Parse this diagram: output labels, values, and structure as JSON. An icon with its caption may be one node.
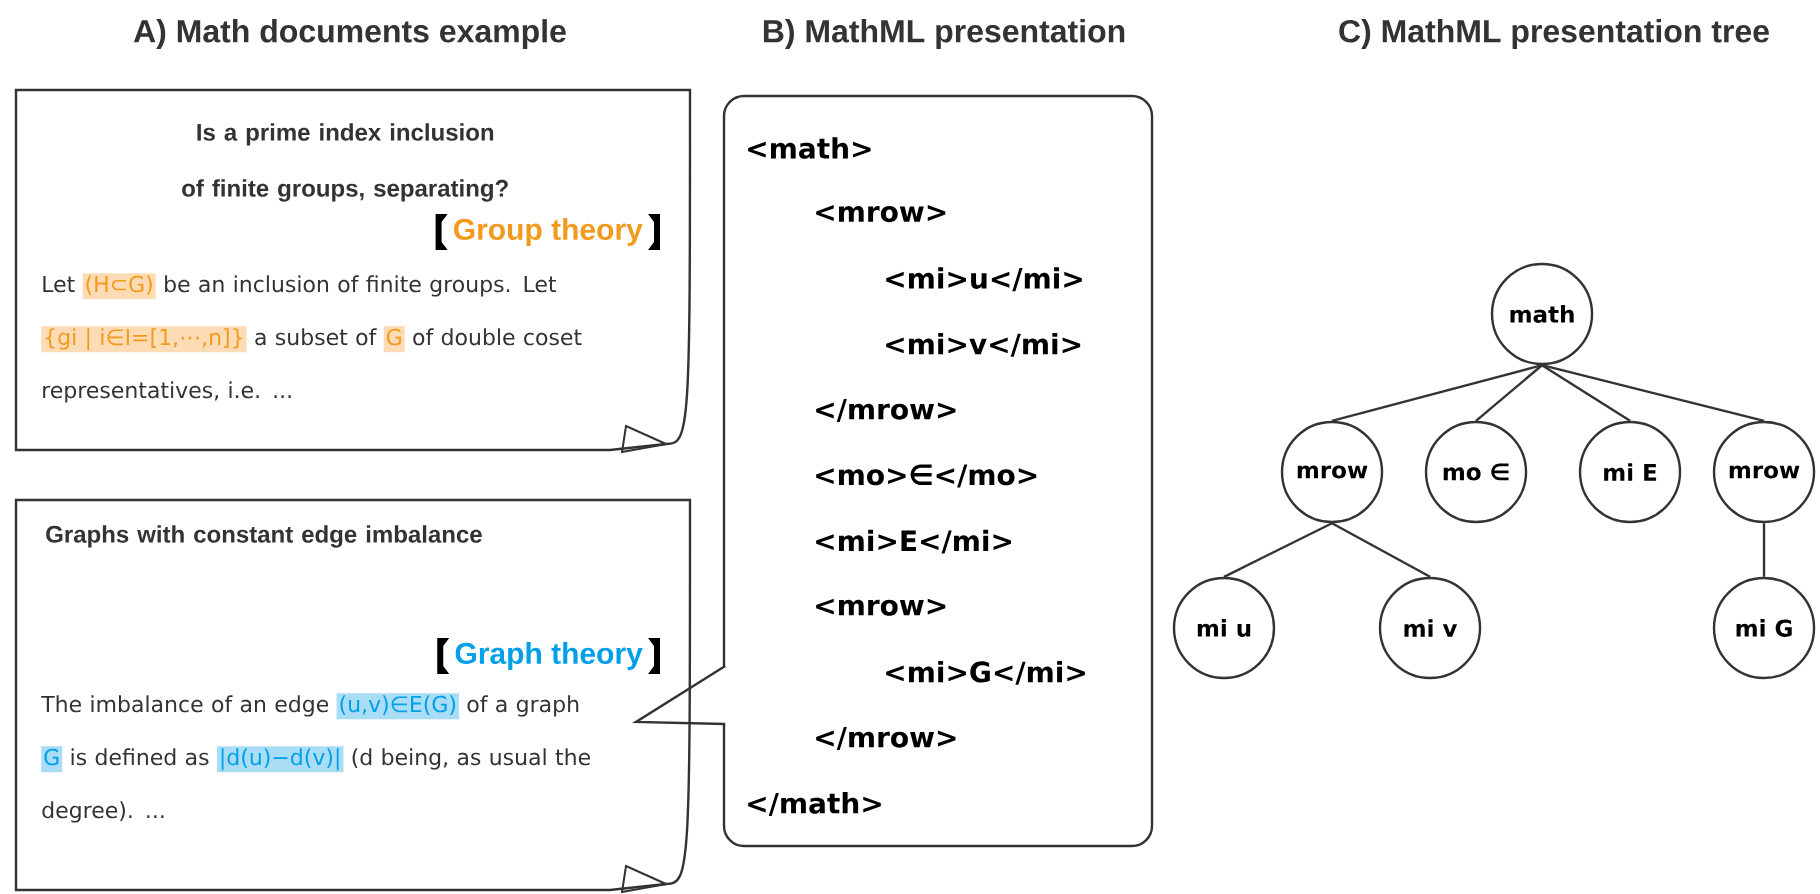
{
  "diagram": {
    "nodes": [
      {
        "text": [
          "Is a prime index inclusion of finite groups, separating?",
          "Group theory",
          "Let",
          "(H⊂G)",
          "be an inclusion of finite groups. Let",
          "{gi | i∈I=[1,⋯,n]}",
          "a subset of",
          "G",
          "of double coset representatives, i.e. ..."
        ]
      },
      {
        "text": [
          "Graphs with constant edge imbalance",
          "Graph theory",
          "The imbalance of an edge",
          "(u,v)∈E(G)",
          "of a graph",
          "G",
          "is defined as",
          "|d(u)−d(v)|",
          "(d being, as usual the degree). ..."
        ]
      },
      {
        "text": [
          "<math>",
          "<mrow>",
          "<mi>u</mi>",
          "<mi>v</mi>",
          "</mrow>",
          "<mo>∈</mo>",
          "<mi>E</mi>",
          "<mrow>",
          "<mi>G</mi>",
          "</mrow>",
          "</math>"
        ]
      },
      {
        "text": [
          "math"
        ]
      },
      {
        "text": [
          "mrow"
        ]
      },
      {
        "text": [
          "mo ∈"
        ]
      },
      {
        "text": [
          "mi E"
        ]
      },
      {
        "text": [
          "mrow"
        ]
      },
      {
        "text": [
          "mi u"
        ]
      },
      {
        "text": [
          "mi v"
        ]
      },
      {
        "text": [
          "mi G"
        ]
      }
    ],
    "edges": [
      {
        "from": 3,
        "to": 4,
        "arrow": "none"
      },
      {
        "from": 3,
        "to": 5,
        "arrow": "none"
      },
      {
        "from": 3,
        "to": 6,
        "arrow": "none"
      },
      {
        "from": 3,
        "to": 7,
        "arrow": "none"
      },
      {
        "from": 4,
        "to": 8,
        "arrow": "none"
      },
      {
        "from": 4,
        "to": 9,
        "arrow": "none"
      },
      {
        "from": 7,
        "to": 10,
        "arrow": "none"
      }
    ],
    "labels": [
      "A) Math documents example",
      "B) MathML presentation",
      "C) MathML presentation tree"
    ]
  }
}
